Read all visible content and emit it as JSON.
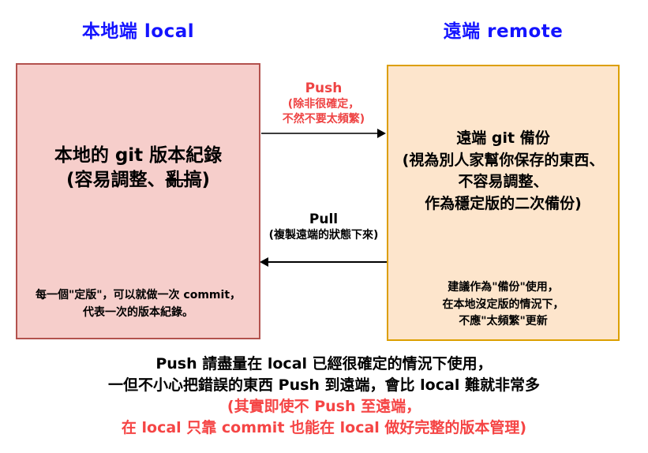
{
  "headings": {
    "left": "本地端 local",
    "right": "遠端 remote"
  },
  "local_box": {
    "title_line1": "本地的 git 版本紀錄",
    "title_line2_prefix": "(容易調整、",
    "title_line2_struck": "亂搞",
    "title_line2_suffix": ")",
    "note_line1": "每一個\"定版\"，可以就做一次 commit，",
    "note_line2": "代表一次的版本紀錄。"
  },
  "remote_box": {
    "title_line1": "遠端 git 備份",
    "title_line2": "(視為別人家幫你保存的東西、",
    "title_line3": "不容易調整、",
    "title_line4": "作為穩定版的二次備份)",
    "note_line1": "建議作為\"備份\"使用，",
    "note_line2": "在本地沒定版的情況下，",
    "note_line3": "不應\"太頻繁\"更新"
  },
  "push_arrow": {
    "label": "Push",
    "sub_line1": "(除非很確定，",
    "sub_line2": "不然不要太頻繁)"
  },
  "pull_arrow": {
    "label": "Pull",
    "sub": "(複製遠端的狀態下來)"
  },
  "footer": {
    "line1": "Push 請盡量在 local 已經很確定的情況下使用，",
    "line2": "一但不小心把錯誤的東西 Push 到遠端，會比 local 難就非常多",
    "line3": "(其實即使不 Push 至遠端，",
    "line4": "在 local 只靠 commit 也能在 local 做好完整的版本管理)"
  },
  "colors": {
    "heading_blue": "#1414ff",
    "local_box_fill": "#f6cecb",
    "local_box_border": "#b3524e",
    "remote_box_fill": "#fde5cc",
    "remote_box_border": "#dc9f00",
    "red_text": "#ee4343",
    "push_line_gray": "#3d3d3d",
    "pull_line_black": "#000000"
  }
}
